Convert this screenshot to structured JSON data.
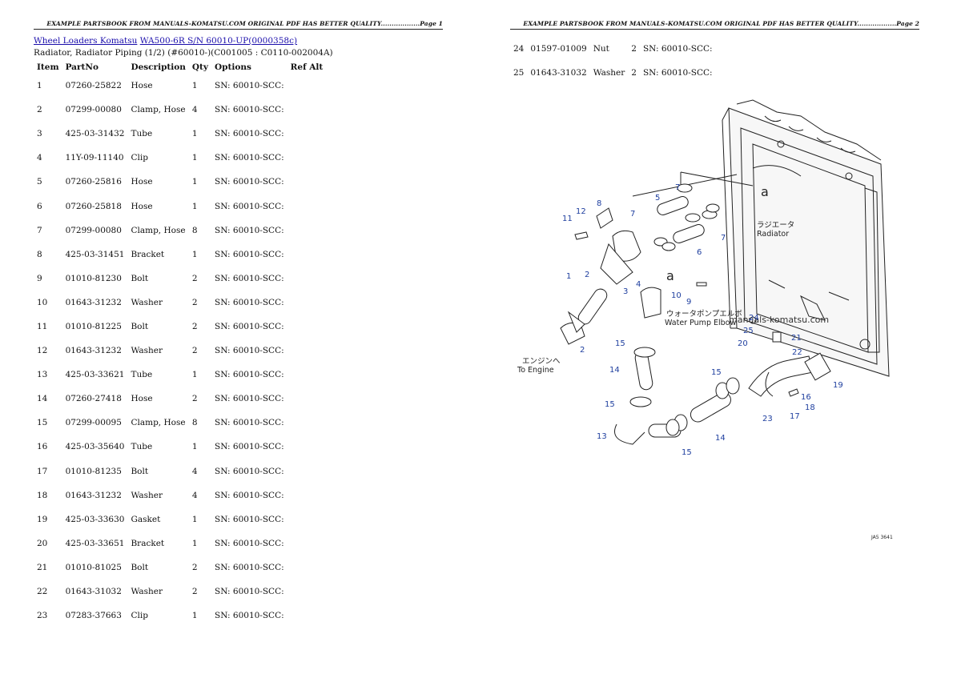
{
  "header": {
    "page1": "EXAMPLE PARTSBOOK FROM MANUALS-KOMATSU.COM ORIGINAL PDF HAS BETTER QUALITY..................Page 1",
    "page2": "EXAMPLE PARTSBOOK FROM MANUALS-KOMATSU.COM ORIGINAL PDF HAS BETTER QUALITY..................Page 2"
  },
  "breadcrumb": {
    "link1": "Wheel Loaders Komatsu",
    "link2": "WA500-6R S/N 60010-UP(0000358c)"
  },
  "subtitle": "Radiator, Radiator Piping (1/2) (#60010-)(C001005 : C0110-002004A)",
  "columns": {
    "item": "Item",
    "partno": "PartNo",
    "description": "Description",
    "qty": "Qty",
    "options": "Options",
    "refalt": "Ref Alt"
  },
  "parts_page1": [
    {
      "item": "1",
      "partno": "07260-25822",
      "description": "Hose",
      "qty": "1",
      "options": "SN: 60010-SCC:"
    },
    {
      "item": "2",
      "partno": "07299-00080",
      "description": "Clamp, Hose",
      "qty": "4",
      "options": "SN: 60010-SCC:"
    },
    {
      "item": "3",
      "partno": "425-03-31432",
      "description": "Tube",
      "qty": "1",
      "options": "SN: 60010-SCC:"
    },
    {
      "item": "4",
      "partno": "11Y-09-11140",
      "description": "Clip",
      "qty": "1",
      "options": "SN: 60010-SCC:"
    },
    {
      "item": "5",
      "partno": "07260-25816",
      "description": "Hose",
      "qty": "1",
      "options": "SN: 60010-SCC:"
    },
    {
      "item": "6",
      "partno": "07260-25818",
      "description": "Hose",
      "qty": "1",
      "options": "SN: 60010-SCC:"
    },
    {
      "item": "7",
      "partno": "07299-00080",
      "description": "Clamp, Hose",
      "qty": "8",
      "options": "SN: 60010-SCC:"
    },
    {
      "item": "8",
      "partno": "425-03-31451",
      "description": "Bracket",
      "qty": "1",
      "options": "SN: 60010-SCC:"
    },
    {
      "item": "9",
      "partno": "01010-81230",
      "description": "Bolt",
      "qty": "2",
      "options": "SN: 60010-SCC:"
    },
    {
      "item": "10",
      "partno": "01643-31232",
      "description": "Washer",
      "qty": "2",
      "options": "SN: 60010-SCC:"
    },
    {
      "item": "11",
      "partno": "01010-81225",
      "description": "Bolt",
      "qty": "2",
      "options": "SN: 60010-SCC:"
    },
    {
      "item": "12",
      "partno": "01643-31232",
      "description": "Washer",
      "qty": "2",
      "options": "SN: 60010-SCC:"
    },
    {
      "item": "13",
      "partno": "425-03-33621",
      "description": "Tube",
      "qty": "1",
      "options": "SN: 60010-SCC:"
    },
    {
      "item": "14",
      "partno": "07260-27418",
      "description": "Hose",
      "qty": "2",
      "options": "SN: 60010-SCC:"
    },
    {
      "item": "15",
      "partno": "07299-00095",
      "description": "Clamp, Hose",
      "qty": "8",
      "options": "SN: 60010-SCC:"
    },
    {
      "item": "16",
      "partno": "425-03-35640",
      "description": "Tube",
      "qty": "1",
      "options": "SN: 60010-SCC:"
    },
    {
      "item": "17",
      "partno": "01010-81235",
      "description": "Bolt",
      "qty": "4",
      "options": "SN: 60010-SCC:"
    },
    {
      "item": "18",
      "partno": "01643-31232",
      "description": "Washer",
      "qty": "4",
      "options": "SN: 60010-SCC:"
    },
    {
      "item": "19",
      "partno": "425-03-33630",
      "description": "Gasket",
      "qty": "1",
      "options": "SN: 60010-SCC:"
    },
    {
      "item": "20",
      "partno": "425-03-33651",
      "description": "Bracket",
      "qty": "1",
      "options": "SN: 60010-SCC:"
    },
    {
      "item": "21",
      "partno": "01010-81025",
      "description": "Bolt",
      "qty": "2",
      "options": "SN: 60010-SCC:"
    },
    {
      "item": "22",
      "partno": "01643-31032",
      "description": "Washer",
      "qty": "2",
      "options": "SN: 60010-SCC:"
    },
    {
      "item": "23",
      "partno": "07283-37663",
      "description": "Clip",
      "qty": "1",
      "options": "SN: 60010-SCC:"
    }
  ],
  "parts_page2": [
    {
      "item": "24",
      "partno": "01597-01009",
      "description": "Nut",
      "qty": "2",
      "options": "SN: 60010-SCC:"
    },
    {
      "item": "25",
      "partno": "01643-31032",
      "description": "Washer",
      "qty": "2",
      "options": "SN: 60010-SCC:"
    }
  ],
  "diagram": {
    "radiator_jp": "ラジエータ",
    "radiator_en": "Radiator",
    "pump_jp": "ウォータポンプエルボ",
    "pump_en": "Water Pump Elbow",
    "engine_jp": "エンジンへ",
    "engine_en": "To Engine",
    "watermark": "manuals-komatsu.com",
    "ref_a": "a",
    "code": "JA5 3641",
    "labels": [
      "1",
      "2",
      "2",
      "3",
      "4",
      "5",
      "6",
      "7",
      "7",
      "7",
      "8",
      "9",
      "10",
      "11",
      "12",
      "13",
      "14",
      "14",
      "15",
      "15",
      "15",
      "15",
      "16",
      "17",
      "18",
      "19",
      "20",
      "21",
      "22",
      "23",
      "24",
      "25"
    ]
  },
  "colors": {
    "link": "#1a0dab",
    "callout": "#1f3f9f"
  }
}
